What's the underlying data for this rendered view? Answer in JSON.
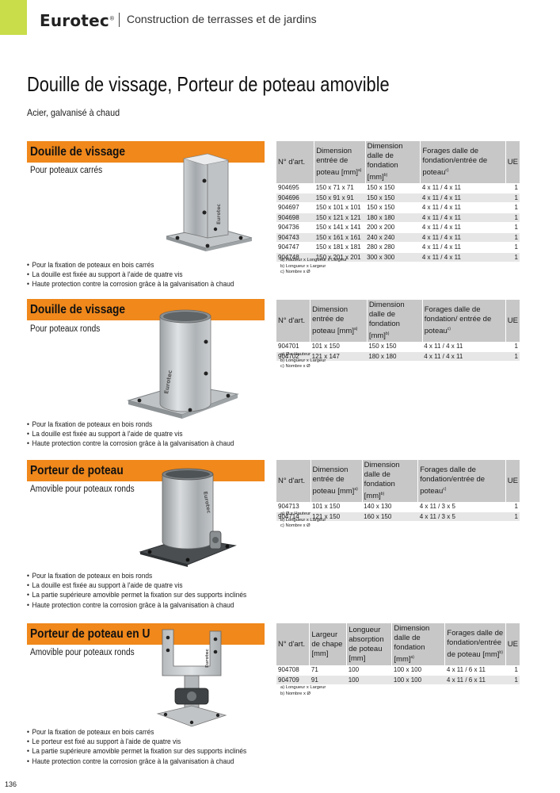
{
  "header": {
    "brand": "Eurotec",
    "brand_mark": "®",
    "section": "Construction de terrasses et de jardins"
  },
  "title": "Douille de vissage, Porteur de poteau amovible",
  "subtitle": "Acier, galvanisé à chaud",
  "page_number": "136",
  "product_stamp": "Eurotec",
  "sections": [
    {
      "name": "Douille de vissage",
      "description": "Pour poteaux carrés",
      "table": {
        "headers": [
          "N° d'art.",
          "Dimension entrée de poteau [mm]",
          "Dimension dalle de fondation [mm]",
          "Forages dalle de fondation/entrée de poteau",
          "UE"
        ],
        "header_sups": [
          "",
          "a)",
          "b)",
          "c)",
          ""
        ],
        "rows": [
          [
            "904695",
            "150 x 71 x 71",
            "150 x 150",
            "4 x 11 / 4 x 11",
            "1"
          ],
          [
            "904696",
            "150 x 91 x 91",
            "150 x 150",
            "4 x 11 / 4 x 11",
            "1"
          ],
          [
            "904697",
            "150 x 101 x 101",
            "150 x 150",
            "4 x 11 / 4 x 11",
            "1"
          ],
          [
            "904698",
            "150 x 121 x 121",
            "180 x 180",
            "4 x 11 / 4 x 11",
            "1"
          ],
          [
            "904736",
            "150 x 141 x 141",
            "200 x 200",
            "4 x 11 / 4 x 11",
            "1"
          ],
          [
            "904743",
            "150 x 161 x 161",
            "240 x 240",
            "4 x 11 / 4 x 11",
            "1"
          ],
          [
            "904747",
            "150 x 181 x 181",
            "280 x 280",
            "4 x 11 / 4 x 11",
            "1"
          ],
          [
            "904748",
            "150 x 201 x 201",
            "300 x 300",
            "4 x 11 / 4 x 11",
            "1"
          ]
        ]
      },
      "notes": [
        "a) Hauteur x Longueur x Largeur",
        "b) Longueur x Largeur",
        "c) Nombre x Ø"
      ],
      "bullets": [
        "Pour la fixation de poteaux en bois carrés",
        "La douille est fixée au support à l'aide de quatre vis",
        "Haute protection contre la corrosion grâce à la galvanisation à chaud"
      ]
    },
    {
      "name": "Douille de vissage",
      "description": "Pour poteaux ronds",
      "table": {
        "headers": [
          "N° d'art.",
          "Dimension entrée de poteau [mm]",
          "Dimension dalle de fondation [mm]",
          "Forages dalle de fondation/ entrée de poteau",
          "UE"
        ],
        "header_sups": [
          "",
          "a)",
          "b)",
          "c)",
          ""
        ],
        "rows": [
          [
            "904701",
            "101 x 150",
            "150 x 150",
            "4 x 11 / 4 x 11",
            "1"
          ],
          [
            "904702",
            "121 x 147",
            "180 x 180",
            "4 x 11 / 4 x 11",
            "1"
          ]
        ]
      },
      "notes": [
        "a) Ø x Hauteur",
        "b) Longueur x Largeur",
        "c) Nombre x Ø"
      ],
      "bullets": [
        "Pour la fixation de poteaux en bois ronds",
        "La douille est fixée au support à l'aide de quatre vis",
        "Haute protection contre la corrosion grâce à la galvanisation à chaud"
      ]
    },
    {
      "name": "Porteur de poteau",
      "description": "Amovible pour poteaux ronds",
      "table": {
        "headers": [
          "N° d'art.",
          "Dimension entrée de poteau [mm]",
          "Dimension dalle de fondation [mm]",
          "Forages dalle de fondation/entrée de poteau",
          "UE"
        ],
        "header_sups": [
          "",
          "a)",
          "b)",
          "c)",
          ""
        ],
        "rows": [
          [
            "904713",
            "101 x 150",
            "140 x 130",
            "4 x 11 / 3 x 5",
            "1"
          ],
          [
            "904714",
            "121 x 150",
            "160 x 150",
            "4 x 11 / 3 x 5",
            "1"
          ]
        ]
      },
      "notes": [
        "a) Ø x Hauteur",
        "b) Longueur x Largeur",
        "c) Nombre x Ø"
      ],
      "bullets": [
        "Pour la fixation de poteaux en bois ronds",
        "La douille est fixée au support à l'aide de quatre vis",
        "La partie supérieure amovible permet la fixation sur des supports inclinés",
        "Haute protection contre la corrosion grâce à la galvanisation à chaud"
      ]
    },
    {
      "name": "Porteur de poteau en U",
      "description": "Amovible pour poteaux ronds",
      "table": {
        "headers": [
          "N° d'art.",
          "Largeur de chape [mm]",
          "Longueur absorption de poteau [mm]",
          "Dimension dalle de fondation [mm]",
          "Forages dalle de fondation/entrée de poteau [mm]",
          "UE"
        ],
        "header_sups": [
          "",
          "",
          "",
          "a)",
          "b)",
          ""
        ],
        "rows": [
          [
            "904708",
            "71",
            "100",
            "100 x 100",
            "4 x 11 / 6 x 11",
            "1"
          ],
          [
            "904709",
            "91",
            "100",
            "100 x 100",
            "4 x 11 / 6 x 11",
            "1"
          ]
        ]
      },
      "notes": [
        "a) Longueur x Largeur",
        "b) Nombre x Ø"
      ],
      "bullets": [
        "Pour la fixation de poteaux en bois carrés",
        "Le porteur est fixé au support à l'aide de quatre vis",
        "La partie supérieure amovible permet la fixation sur des supports inclinés",
        "Haute protection contre la corrosion grâce à la galvanisation à chaud"
      ]
    }
  ]
}
